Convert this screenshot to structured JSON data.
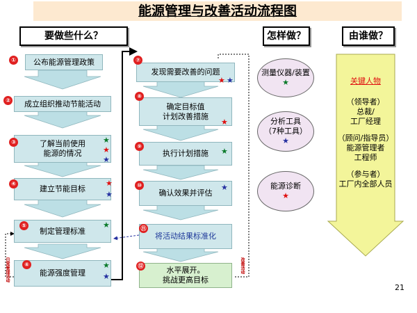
{
  "title": "能源管理与改善活动流程图",
  "headers": {
    "what": "要做些什么？",
    "how": "怎样做？",
    "who": "由谁做？"
  },
  "steps_left": [
    {
      "num": "①",
      "label": "公布能源管理政策"
    },
    {
      "num": "②",
      "label": "成立组织推动节能活动"
    },
    {
      "num": "③",
      "label": "了解当前使用\n能源的情况"
    },
    {
      "num": "④",
      "label": "建立节能目标"
    },
    {
      "num": "⑤",
      "label": "制定管理标准"
    },
    {
      "num": "⑥",
      "label": "能源强度管理"
    }
  ],
  "steps_right": [
    {
      "num": "⑦",
      "label": "发现需要改善的问题"
    },
    {
      "num": "⑧",
      "label": "确定目标值\n计划改善措施"
    },
    {
      "num": "⑨",
      "label": "执行计划措施"
    },
    {
      "num": "⑩",
      "label": "确认效果并评估"
    },
    {
      "num": "⑪",
      "label": "将活动结果标准化"
    },
    {
      "num": "⑫",
      "label": "水平展开。\n挑战更高目标"
    }
  ],
  "how": [
    {
      "label": "测量仪器/装置"
    },
    {
      "label": "分析工具\n（7种工具）"
    },
    {
      "label": "能源诊断"
    }
  ],
  "who": {
    "key": "关键人物",
    "g1_role": "（领导者）",
    "g1_a": "总裁/",
    "g1_b": "工厂经理",
    "g2_role": "（顾问/指导员）",
    "g2_a": "能源管理者",
    "g2_b": "工程师",
    "g3_role": "（参与者）",
    "g3_a": "工厂内全部人员"
  },
  "side_labels": {
    "left": "日常管理活动",
    "right": "改善活动"
  },
  "page_number": "21",
  "colors": {
    "arrow_fill": "#bcdfe5",
    "who_fill": "#f3f59a",
    "star_green": "#0a7a2a",
    "star_red": "#e01010",
    "star_blue": "#2530a0"
  }
}
